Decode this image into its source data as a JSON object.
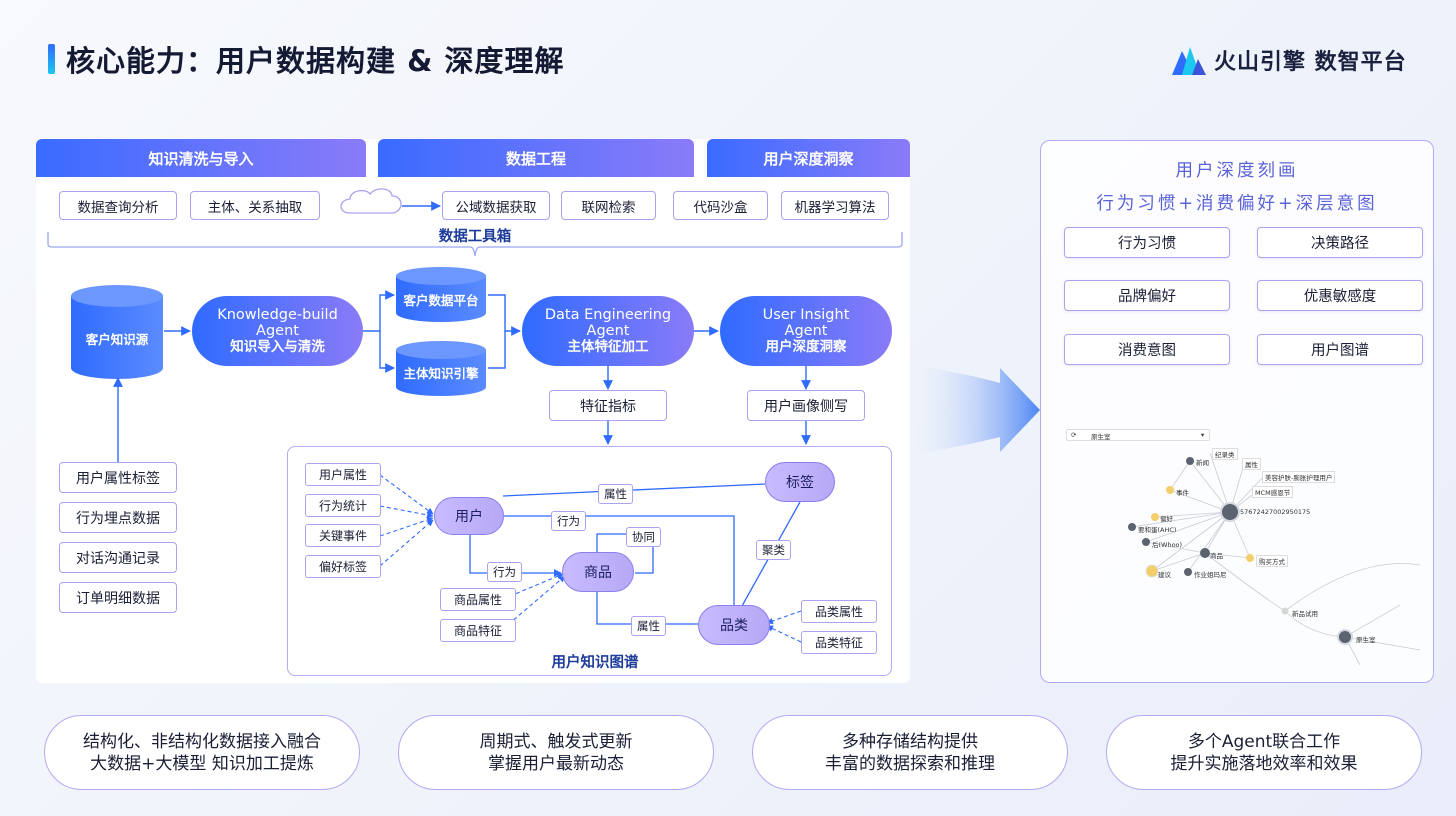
{
  "header": {
    "title": "核心能力：用户数据构建 & 深度理解",
    "brand": "火山引擎 数智平台"
  },
  "sections": [
    "知识清洗与导入",
    "数据工程",
    "用户深度洞察"
  ],
  "tools": [
    "数据查询分析",
    "主体、关系抽取",
    "公域数据获取",
    "联网检索",
    "代码沙盒",
    "机器学习算法"
  ],
  "toolbox_label": "数据工具箱",
  "source": {
    "label": "客户知识源",
    "items": [
      "用户属性标签",
      "行为埋点数据",
      "对话沟通记录",
      "订单明细数据"
    ]
  },
  "agents": [
    {
      "en": "Knowledge-build",
      "en2": "Agent",
      "cn": "知识导入与清洗"
    },
    {
      "en": "Data Engineering",
      "en2": "Agent",
      "cn": "主体特征加工"
    },
    {
      "en": "User Insight",
      "en2": "Agent",
      "cn": "用户深度洞察"
    }
  ],
  "stores": [
    "客户数据平台",
    "主体知识引擎"
  ],
  "outputs": [
    "特征指标",
    "用户画像侧写"
  ],
  "graph": {
    "title": "用户知识图谱",
    "user_attrs": [
      "用户属性",
      "行为统计",
      "关键事件",
      "偏好标签"
    ],
    "product_attrs": [
      "商品属性",
      "商品特征"
    ],
    "category_attrs": [
      "品类属性",
      "品类特征"
    ],
    "nodes": {
      "user": "用户",
      "product": "商品",
      "category": "品类",
      "tag": "标签"
    },
    "edges": {
      "attr1": "属性",
      "behavior1": "行为",
      "behavior2": "行为",
      "collab": "协同",
      "attr2": "属性",
      "cluster": "聚类"
    }
  },
  "insight": {
    "title": "用户深度刻画",
    "subtitle": "行为习惯+消费偏好+深层意图",
    "traits": [
      "行为习惯",
      "决策路径",
      "品牌偏好",
      "优惠敏感度",
      "消费意图",
      "用户图谱"
    ],
    "mini_graph": {
      "search": "原生室",
      "center": "57672427002950175",
      "labels": [
        "新闻",
        "纪录类",
        "属性",
        "美容护肤-膨胀护理用户",
        "MCM感恩节",
        "事件",
        "偏好",
        "要和蛋(AHC)",
        "后(Whoo)",
        "商品",
        "购买方式",
        "建议",
        "作业姐玛尼",
        "新品试用",
        "原生室"
      ]
    }
  },
  "bottom": [
    {
      "line1": "结构化、非结构化数据接入融合",
      "line2": "大数据+大模型 知识加工提炼"
    },
    {
      "line1": "周期式、触发式更新",
      "line2": "掌握用户最新动态"
    },
    {
      "line1": "多种存储结构提供",
      "line2": "丰富的数据探索和推理"
    },
    {
      "line1": "多个Agent联合工作",
      "line2": "提升实施落地效率和效果"
    }
  ],
  "colors": {
    "primary": "#2f6bff",
    "accent": "#8a7bf8",
    "border": "#a9a3f0",
    "title_blue": "#1e3c9a"
  }
}
